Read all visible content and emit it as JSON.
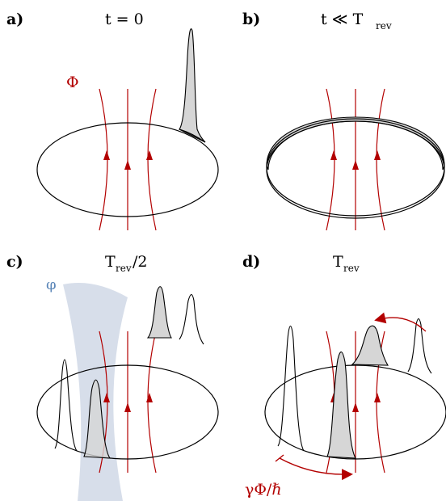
{
  "panels": [
    {
      "label": "a)",
      "title": "t = 0",
      "title_sub": ""
    },
    {
      "label": "b)",
      "title": "t ≪ T",
      "title_sub": "rev"
    },
    {
      "label": "c)",
      "title": "T",
      "title_sub": "rev",
      "title_suffix": "/2"
    },
    {
      "label": "d)",
      "title": "T",
      "title_sub": "rev"
    }
  ],
  "annotations": {
    "flux_symbol": "Φ",
    "phase_symbol": "φ",
    "phase_shift": "γΦ/ℏ"
  },
  "colors": {
    "flux": "#b30000",
    "beam": "#c9d3e3",
    "packet_fill": "#d6d6d6"
  }
}
